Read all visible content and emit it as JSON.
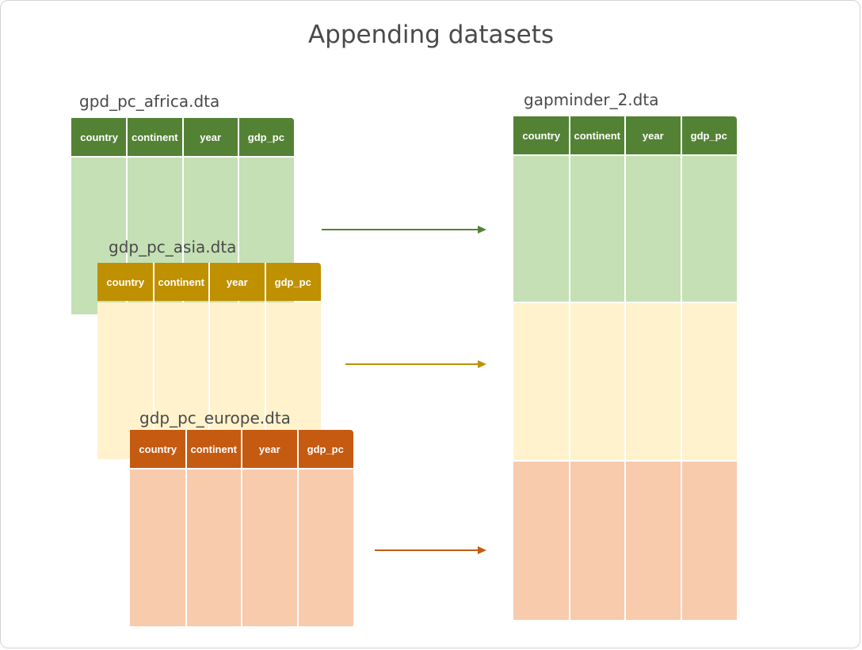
{
  "title": "Appending datasets",
  "columns": [
    "country",
    "continent",
    "year",
    "gdp_pc"
  ],
  "datasets": [
    {
      "label": "gpd_pc_africa.dta",
      "header_color": "#548235",
      "body_color": "#c5e0b4"
    },
    {
      "label": "gdp_pc_asia.dta",
      "header_color": "#bf9000",
      "body_color": "#fff2cc"
    },
    {
      "label": "gdp_pc_europe.dta",
      "header_color": "#c55a11",
      "body_color": "#f8cbad"
    }
  ],
  "result": {
    "label": "gapminder_2.dta",
    "header_color": "#548235"
  },
  "arrow_colors": [
    "#548235",
    "#bf9000",
    "#c55a11"
  ]
}
